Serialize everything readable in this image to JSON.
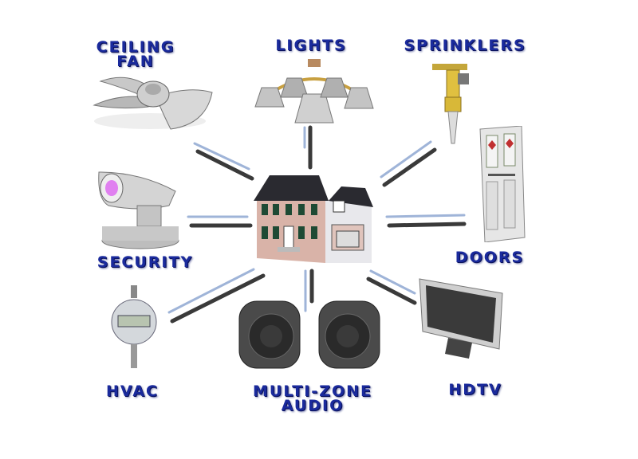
{
  "hub": {
    "name": "house"
  },
  "devices": [
    {
      "id": "ceiling-fan",
      "label": [
        "Ceiling",
        "Fan"
      ],
      "icon": "ceiling-fan-icon"
    },
    {
      "id": "lights",
      "label": [
        "Lights"
      ],
      "icon": "chandelier-icon"
    },
    {
      "id": "sprinklers",
      "label": [
        "Sprinklers"
      ],
      "icon": "sprinkler-icon"
    },
    {
      "id": "security",
      "label": [
        "Security"
      ],
      "icon": "security-camera-icon"
    },
    {
      "id": "doors",
      "label": [
        "Doors"
      ],
      "icon": "door-icon"
    },
    {
      "id": "hvac",
      "label": [
        "HVAC"
      ],
      "icon": "thermostat-gauge-icon"
    },
    {
      "id": "audio",
      "label": [
        "Multi-Zone",
        "Audio"
      ],
      "icon": "speakers-icon"
    },
    {
      "id": "hdtv",
      "label": [
        "HDTV"
      ],
      "icon": "tv-icon"
    }
  ],
  "colors": {
    "label": "#1a2a9c",
    "connector_dark": "#3a3a3a",
    "connector_light": "#9fb4d8"
  }
}
